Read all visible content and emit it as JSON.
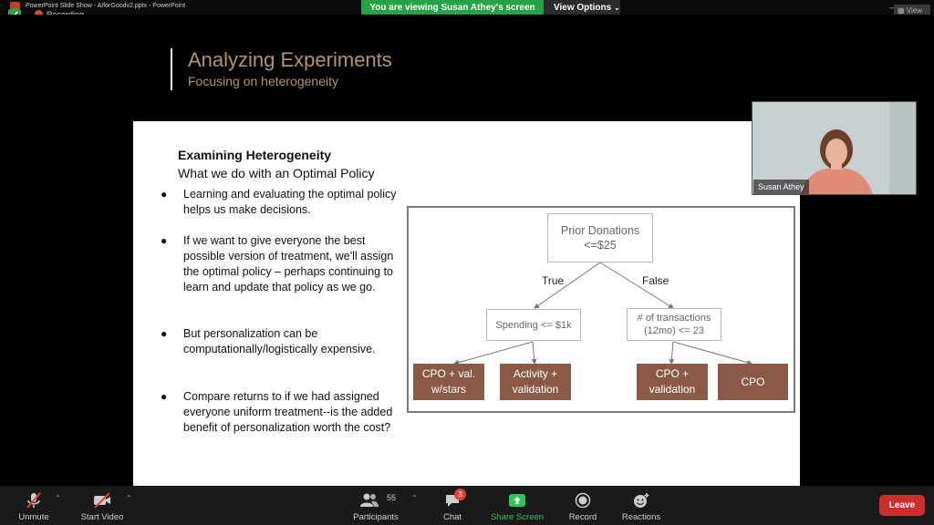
{
  "window": {
    "title": "PowerPoint Slide Show - AIforGoodv2.pptx - PowerPoint",
    "recording_label": "Recording",
    "view_button": "View"
  },
  "share_banner": {
    "viewing_text": "You are viewing Susan Athey's screen",
    "view_options_label": "View Options"
  },
  "slide": {
    "title": "Analyzing Experiments",
    "subtitle": "Focusing on heterogeneity",
    "heading": "Examining Heterogeneity",
    "subheading": "What we do with an Optimal Policy",
    "bullets": [
      "Learning and evaluating the optimal policy helps us make decisions.",
      "If we want to give everyone the best possible version of treatment, we'll assign the optimal policy – perhaps continuing to learn and update that policy as we go.",
      "But personalization can be computationally/logistically expensive.",
      "Compare returns to if we had assigned everyone uniform treatment--is the added benefit of personalization worth the cost?"
    ],
    "tree": {
      "root_line1": "Prior Donations",
      "root_line2": "<=$25",
      "true_label": "True",
      "false_label": "False",
      "left_node": "Spending <= $1k",
      "right_node_line1": "# of transactions",
      "right_node_line2": "(12mo) <= 23",
      "leaf1_line1": "CPO + val.",
      "leaf1_line2": "w/stars",
      "leaf2_line1": "Activity +",
      "leaf2_line2": "validation",
      "leaf3_line1": "CPO +",
      "leaf3_line2": "validation",
      "leaf4": "CPO"
    }
  },
  "video": {
    "participant_name": "Susan Athey"
  },
  "toolbar": {
    "unmute": "Unmute",
    "start_video": "Start Video",
    "participants": "Participants",
    "participants_count": "55",
    "chat": "Chat",
    "chat_badge": "3",
    "share_screen": "Share Screen",
    "record": "Record",
    "reactions": "Reactions",
    "leave": "Leave"
  },
  "colors": {
    "share_green": "#26a346",
    "title_tan": "#b3946b",
    "leaf_brown": "#8b5a46",
    "leave_red": "#c9302c"
  }
}
